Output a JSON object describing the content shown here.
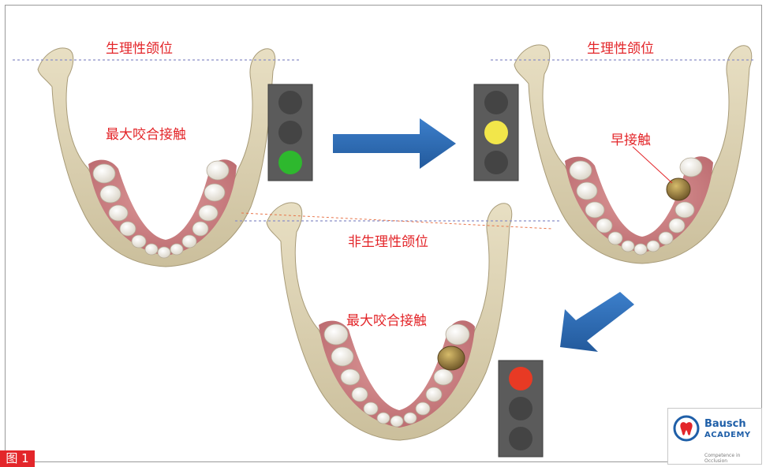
{
  "labels": {
    "top_left_position": "生理性颌位",
    "top_left_contact": "最大咬合接触",
    "top_right_position": "生理性颌位",
    "top_right_contact": "早接触",
    "bottom_position": "非生理性颌位",
    "bottom_contact": "最大咬合接触"
  },
  "traffic_lights": [
    {
      "id": "light-green",
      "active": 2,
      "active_color": "#2eb82e"
    },
    {
      "id": "light-yellow",
      "active": 1,
      "active_color": "#f2e64a"
    },
    {
      "id": "light-red",
      "active": 0,
      "active_color": "#e83a24"
    }
  ],
  "figure_tag": "图 1",
  "logo": {
    "brand": "Bausch",
    "academy": "ACADEMY",
    "tagline": "Competence in Occlusion"
  },
  "colors": {
    "label_red": "#e3262a",
    "arrow_blue": "#2e6db6",
    "bone": "#ddd2b2",
    "gum": "#c9787c",
    "tooth": "#f4f1ea",
    "gold_tooth": "#9a7a3c",
    "dashed_line": "#8a8fc8"
  },
  "icons": {
    "arrow_right": "arrow-right-icon",
    "arrow_down_left": "arrow-down-left-icon",
    "logo_mark": "bausch-tooth-logo-icon"
  }
}
